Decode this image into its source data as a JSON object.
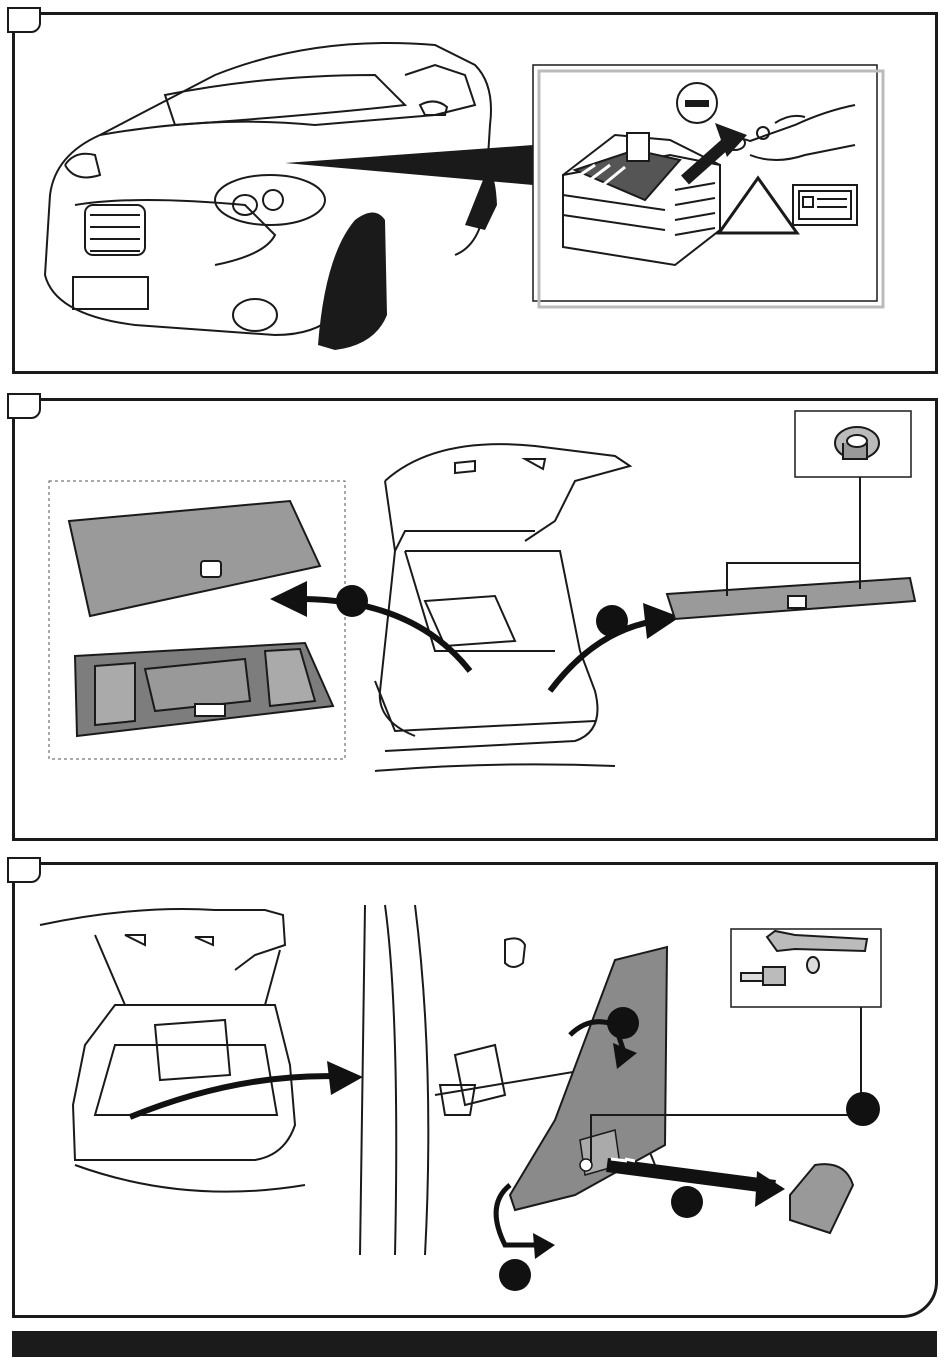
{
  "steps": [
    {
      "id": "step-1",
      "number": ""
    },
    {
      "id": "step-2",
      "number": ""
    },
    {
      "id": "step-3",
      "number": ""
    }
  ],
  "callouts": {
    "step1_minus_symbol": "−",
    "step3_warning_symbol": ""
  },
  "colors": {
    "line": "#1a1a1a",
    "fill_gray": "#8a8a8a",
    "fill_light": "#bdbdbd",
    "arrow": "#111111",
    "bar": "#1b1b1b"
  },
  "icons": [
    "car-front-icon",
    "battery-icon",
    "minus-terminal-icon",
    "warning-triangle-icon",
    "radio-unit-icon",
    "trunk-open-icon",
    "floor-mat-icon",
    "tool-tray-icon",
    "sill-trim-icon",
    "clip-icon",
    "ratchet-icon",
    "bolt-icon",
    "side-panel-icon",
    "cap-icon"
  ],
  "footer": {
    "text": ""
  }
}
